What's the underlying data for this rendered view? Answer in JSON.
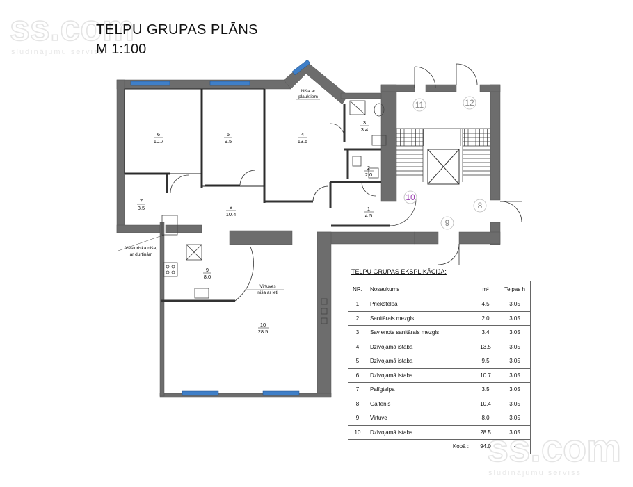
{
  "plan": {
    "title": "TELPU GRUPAS PLĀNS",
    "scale": "M 1:100"
  },
  "watermark": {
    "brand": "ss.com",
    "tagline": "sludinājumu serviss"
  },
  "rooms": [
    {
      "number": "1",
      "area": "4.5"
    },
    {
      "number": "2",
      "area": "2.0"
    },
    {
      "number": "3",
      "area": "3.4"
    },
    {
      "number": "4",
      "area": "13.5"
    },
    {
      "number": "5",
      "area": "9.5"
    },
    {
      "number": "6",
      "area": "10.7"
    },
    {
      "number": "7",
      "area": "3.5"
    },
    {
      "number": "8",
      "area": "10.4"
    },
    {
      "number": "9",
      "area": "8.0"
    },
    {
      "number": "10",
      "area": "28.5"
    }
  ],
  "annotations": {
    "nisa_plaukti_1": "Niša ar",
    "nisa_plaukti_2": "plauktiem",
    "vesturiska_1": "Vēsturiska niša,",
    "vesturiska_2": "ar durtiņām",
    "virtuves_1": "Virtuves",
    "virtuves_2": "niša ar leti"
  },
  "stair_numbers": [
    "8",
    "9",
    "10",
    "11",
    "12"
  ],
  "colors": {
    "wall": "#6d6d6d",
    "window": "#3f7fc8",
    "stair_10": "#9a3fb0"
  },
  "explication": {
    "title": "TELPU GRUPAS EKSPLIKĀCIJA:",
    "headers": {
      "nr": "NR.",
      "name": "Nosaukums",
      "area": "m²",
      "height": "Telpas h"
    },
    "rows": [
      {
        "nr": "1",
        "name": "Priekštelpa",
        "area": "4.5",
        "height": "3.05"
      },
      {
        "nr": "2",
        "name": "Sanitārais mezgls",
        "area": "2.0",
        "height": "3.05"
      },
      {
        "nr": "3",
        "name": "Savienots sanitārais mezgls",
        "area": "3.4",
        "height": "3.05"
      },
      {
        "nr": "4",
        "name": "Dzīvojamā istaba",
        "area": "13.5",
        "height": "3.05"
      },
      {
        "nr": "5",
        "name": "Dzīvojamā istaba",
        "area": "9.5",
        "height": "3.05"
      },
      {
        "nr": "6",
        "name": "Dzīvojamā istaba",
        "area": "10.7",
        "height": "3.05"
      },
      {
        "nr": "7",
        "name": "Palīgtelpa",
        "area": "3.5",
        "height": "3.05"
      },
      {
        "nr": "8",
        "name": "Gaitenis",
        "area": "10.4",
        "height": "3.05"
      },
      {
        "nr": "9",
        "name": "Virtuve",
        "area": "8.0",
        "height": "3.05"
      },
      {
        "nr": "10",
        "name": "Dzīvojamā istaba",
        "area": "28.5",
        "height": "3.05"
      }
    ],
    "total_label": "Kopā :",
    "total_area": "94.0",
    "total_height": "-"
  }
}
